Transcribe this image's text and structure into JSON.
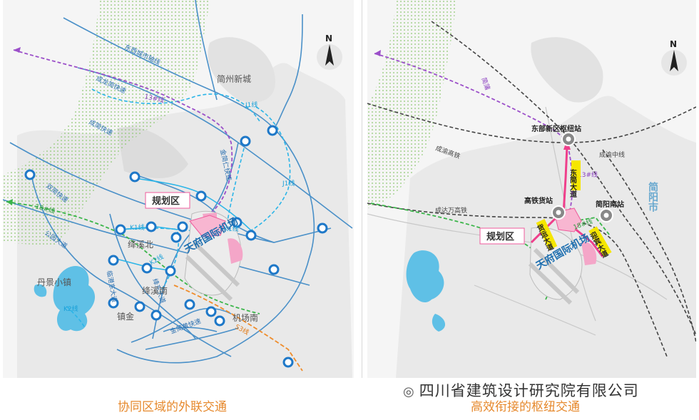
{
  "left_map": {
    "north": "N",
    "lines": {
      "east_west_metro": "东西城市轴线",
      "chengdu_longquan": "成龙简快速",
      "line13": "13#线",
      "chengjian_express": "成简快速",
      "jinjian_renkuai": "金简仁快速",
      "j1": "J1线",
      "j1b": "J1线",
      "shuangliu_express": "双简快速",
      "line18": "18#线",
      "gongxing": "公园大道",
      "k1": "K1线",
      "k1b": "K1线",
      "k2": "K2线",
      "k2b": "K2线",
      "jiangxi_avenue": "绛东大道",
      "linggang_avenue": "临港东大道",
      "jinjian_huang": "金简黄快速",
      "s3": "S3线"
    },
    "places": {
      "jianzhou_new_city": "简州新城",
      "planning_zone": "规划区",
      "jiangxi_north": "绛溪北",
      "jiangxi_south": "绛溪南",
      "danjing_town": "丹景小镇",
      "zhenjin": "镇金",
      "airport_south": "机场南",
      "airport": "天府国际机场"
    }
  },
  "right_map": {
    "north": "N",
    "stations": {
      "east_hub": "东部新区枢纽站",
      "hsr_freight": "高铁货站",
      "jianyang_south": "简阳南站"
    },
    "lines": {
      "cheng_yu_hsr": "成渝高铁",
      "cheng_yu_mid": "成渝中线",
      "chengda_wan": "成达万高铁",
      "line13": "13#线",
      "line18": "18#线",
      "jian_pu": "简蒲",
      "dongjian_avenue": "东简大道",
      "airport_freight_avenue": "货运大道",
      "yingbin_avenue": "迎宾大道"
    },
    "places": {
      "jianyang_city": "简阳市",
      "planning_zone": "规划区",
      "airport": "天府国际机场"
    }
  },
  "captions": {
    "left": "协同区域的外联交通",
    "right": "高效衔接的枢纽交通"
  },
  "watermark": "四川省建筑设计研究院有限公司",
  "colors": {
    "caption": "#e6892d",
    "road_blue": "#4a90c8",
    "metro_cyan": "#2bb5e8",
    "line13_purple": "#9b4fc9",
    "line18_green": "#3bb54a",
    "s3_orange": "#ef8c2a",
    "planning_pink": "#ef5b9c",
    "hsr_dark": "#444444"
  }
}
